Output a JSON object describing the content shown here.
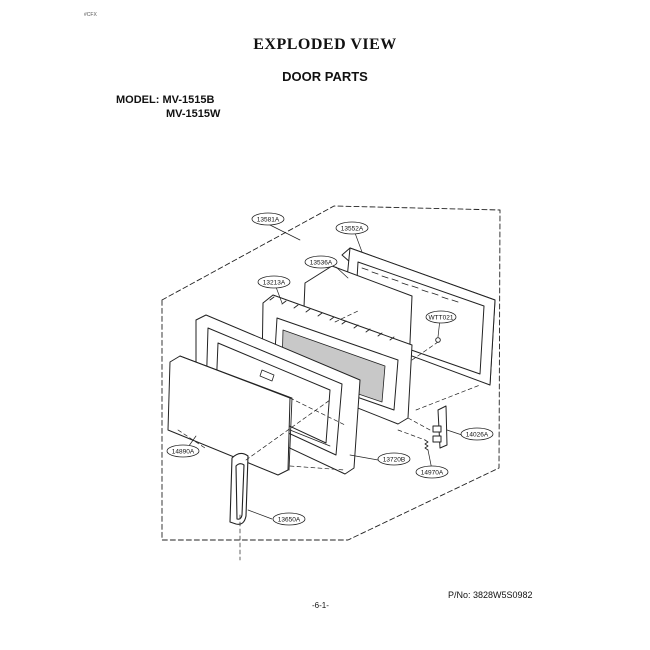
{
  "header": {
    "corner_code": "#CFX",
    "title": "EXPLODED VIEW",
    "subtitle": "DOOR PARTS",
    "model_label": "MODEL:",
    "model_1": "MV-1515B",
    "model_2": "MV-1515W"
  },
  "callouts": {
    "c13581": "13581A",
    "c13552": "13552A",
    "c13536": "13536A",
    "c13213": "13213A",
    "cw": "WTT021",
    "c14026": "14026A",
    "c14890": "14890A",
    "c13720": "13720B",
    "c14970": "14970A",
    "c13650": "13650A"
  },
  "footer": {
    "part_number": "P/No: 3828W5S0982",
    "page": "-6-1-"
  }
}
